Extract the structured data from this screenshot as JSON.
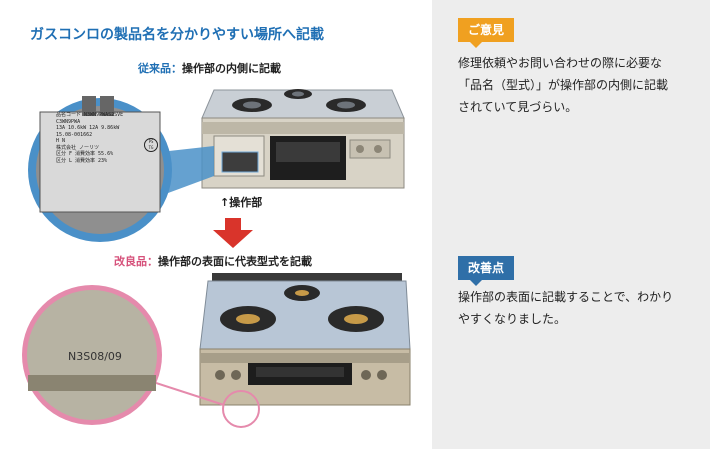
{
  "panel": {
    "title": "ガスコンロの製品名を分かりやすい場所へ記載",
    "before": {
      "tag": "従来品",
      "separator": "：",
      "text": "操作部の内側に記載"
    },
    "arrow_note": "操作部",
    "after": {
      "tag": "改良品",
      "separator": "：",
      "text": "操作部の表面に代表型式を記載"
    },
    "label_card": {
      "line1": "品名コード N3WN9PWAS2SVE",
      "line2": "C3WN9PWA",
      "line3": "13A 10.6kW 12A 9.86kW",
      "line4": "15.08-001662",
      "line5": "H N",
      "line6": "株式会社 ノーリツ",
      "line7": "区分 F 消費効率 55.6%",
      "line8": "区分 L 消費効率 23%",
      "ps_mark": "PS TG"
    },
    "model_code": "N3S08/09"
  },
  "side": {
    "opinion_label": "ご意見",
    "opinion_lines": [
      "修理依頼やお問い合わせの際に必要な",
      "「品名（型式）」が操作部の内側に記載",
      "されていて見づらい。"
    ],
    "improvement_label": "改善点",
    "improvement_lines": [
      "操作部の表面に記載することで、わかり",
      "やすくなりました。"
    ]
  },
  "colors": {
    "accent_blue": "#1f6fb4",
    "accent_pink": "#d6507a",
    "badge_orange": "#f0a020",
    "badge_blue": "#2f6fa8",
    "arrow_red": "#d9342b"
  }
}
